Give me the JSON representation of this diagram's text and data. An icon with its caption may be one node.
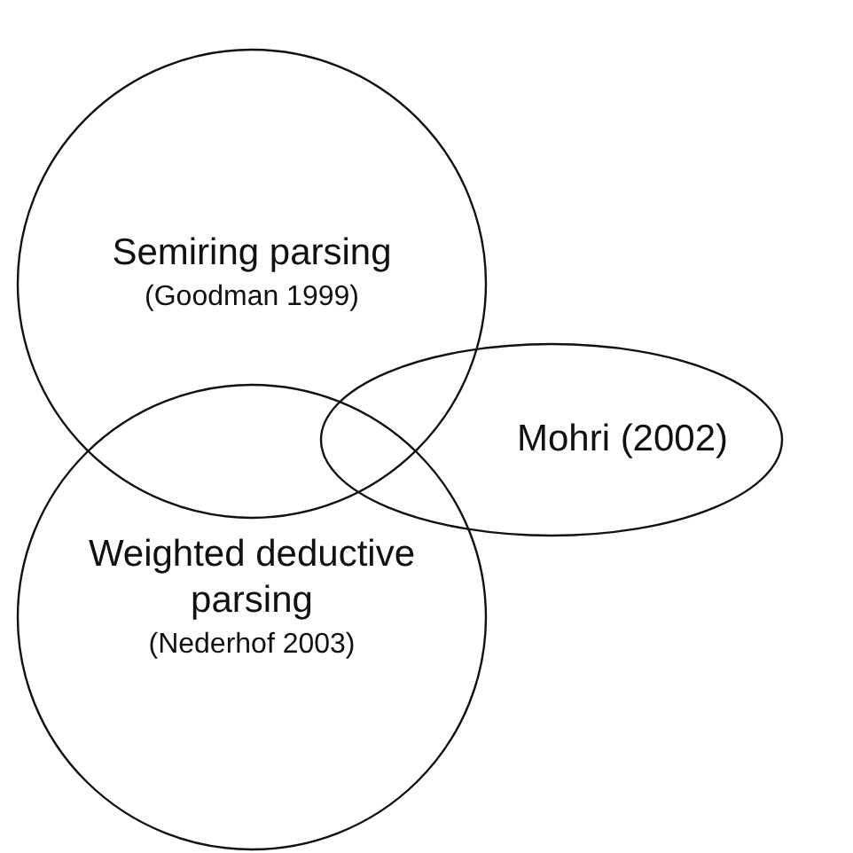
{
  "diagram": {
    "nodes": [
      {
        "text": [
          "Semiring parsing",
          "(Goodman 1999)"
        ]
      },
      {
        "text": [
          "Mohri (2002)"
        ]
      },
      {
        "text": [
          "Weighted deductive parsing",
          "(Nederhof 2003)"
        ]
      }
    ]
  }
}
